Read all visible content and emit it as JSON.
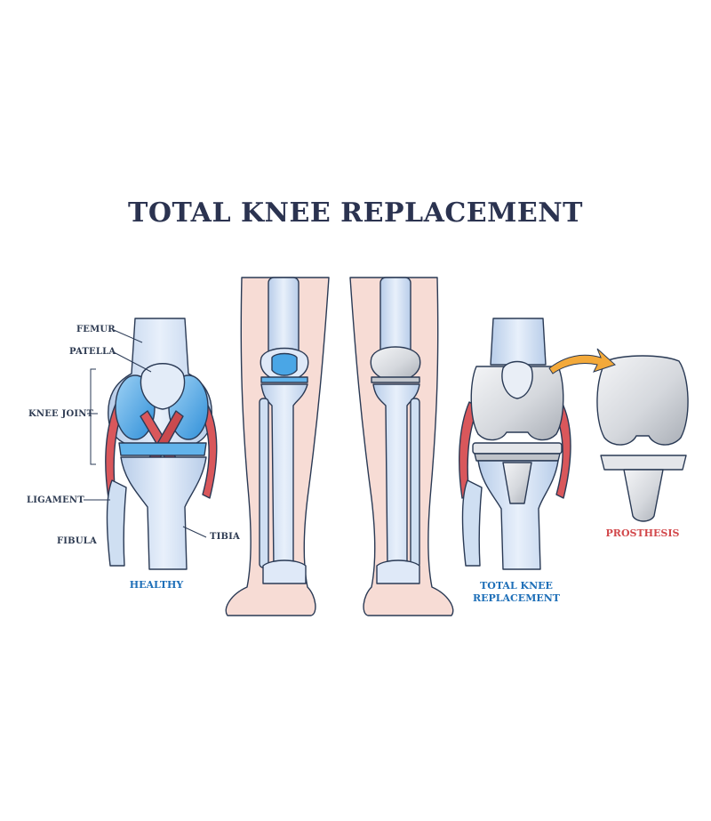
{
  "title": "TOTAL KNEE REPLACEMENT",
  "colors": {
    "title": "#2b3350",
    "label": "#2e3b52",
    "caption_blue": "#1e6fb8",
    "caption_red": "#d2484b",
    "outline": "#2a3a55",
    "bone": "#c9daf0",
    "bone_light": "#e6eefa",
    "cartilage": "#4aa6e6",
    "ligament": "#d9575b",
    "skin": "#f7dcd5",
    "metal": "#d7d9dd",
    "metal_dark": "#a7abb3",
    "arrow": "#f3a93a"
  },
  "labels": {
    "femur": "FEMUR",
    "patella": "PATELLA",
    "knee_joint": "KNEE JOINT",
    "ligament": "LIGAMENT",
    "fibula": "FIBULA",
    "tibia": "TIBIA"
  },
  "captions": {
    "healthy": "HEALTHY",
    "replacement_line1": "TOTAL KNEE",
    "replacement_line2": "REPLACEMENT",
    "prosthesis": "PROSTHESIS"
  },
  "icons": {
    "arrow": "curved-arrow-icon"
  }
}
